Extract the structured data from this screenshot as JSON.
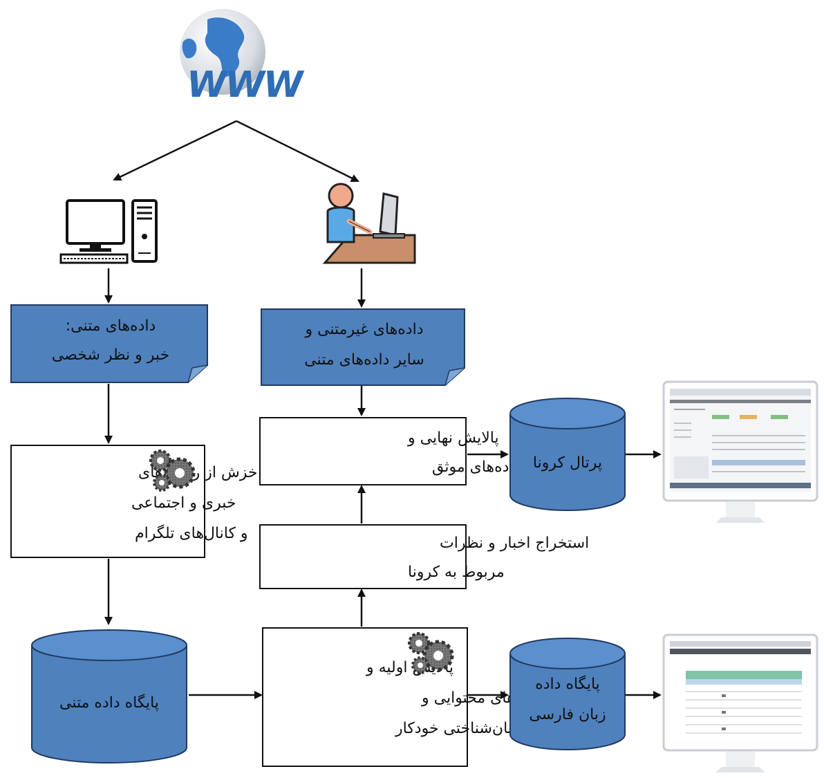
{
  "diagram": {
    "www_label": "WWW",
    "doc_text_data": {
      "line1": "داده‌های متنی:",
      "line2": "خبر و نظر شخصی"
    },
    "doc_nontext_data": {
      "line1": "داده‌های غیرمتنی و",
      "line2": "سایر داده‌های متنی"
    },
    "process_crawl": {
      "line1": "خزش از رسانه‌های",
      "line2": "خبری و اجتماعی",
      "line3": "و کانال‌های تلگرام"
    },
    "process_final_filter": {
      "line1": "پالایش نهایی و",
      "line2": "ارزیابی داده‌های موثق"
    },
    "process_extract": {
      "line1": "استخراج اخبار و نظرات",
      "line2": "مربوط به کرونا"
    },
    "process_initial": {
      "line1": "پالایش اولیه و",
      "line2": "تحلیل‌های محتوایی و",
      "line3": "زبان‌شناختی خودکار"
    },
    "db_text": {
      "line1": "پایگاه داده متنی"
    },
    "db_corona_portal": {
      "line1": "پرتال کرونا"
    },
    "db_persian": {
      "line1": "پایگاه داده",
      "line2": "زبان فارسی"
    }
  },
  "colors": {
    "node_fill": "#4f81bd",
    "node_stroke": "#1f3a60",
    "cylinder_top": "#5b8fce",
    "globe_blue": "#3b7cc9",
    "www_blue": "#2f6db5",
    "person_skin": "#f0a98b",
    "person_shirt": "#5aa9e6",
    "desk": "#c98f6a"
  }
}
